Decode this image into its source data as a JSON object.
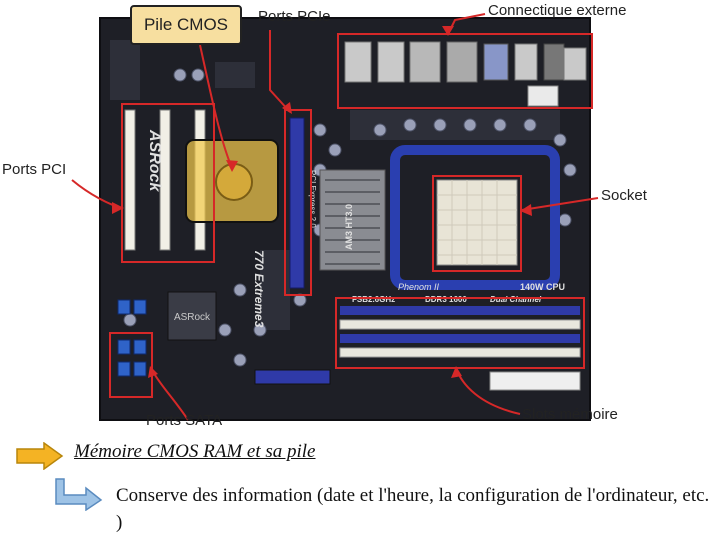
{
  "labels": {
    "pile_cmos": "Pile CMOS",
    "ports_pcie": "Ports PCIe",
    "connectique_externe": "Connectique externe",
    "ports_pci": "Ports PCI",
    "socket": "Socket",
    "ports_sata": "Ports SATA",
    "slots_memoire": "Slots mémoire"
  },
  "board_text": {
    "brand": "ASRock",
    "model": "770 Extreme3",
    "cpu_support": "AM3 HT3.0",
    "phenom": "Phenom II",
    "watt": "140W CPU",
    "fsb": "FSB2.6GHz",
    "ddr": "DDR3 1600",
    "dual": "Dual Channel",
    "pcie_text": "PCI Express 2.0"
  },
  "caption": {
    "heading": "Mémoire CMOS RAM et sa pile",
    "description": "Conserve des information (date et l'heure, la configuration de l'ordinateur, etc. )"
  },
  "colors": {
    "label_box": "#d62828",
    "board": "#1e1f26",
    "ram_blue": "#2f3aa8",
    "socket_blue": "#2a3fb0",
    "cmos_highlight": "#f2c94c",
    "arrow_orange": "#f4b324",
    "arrow_blue": "#9ec3e6"
  },
  "icons": {
    "bullet_arrow": "orange-right-arrow-icon",
    "sub_arrow": "blue-bent-arrow-icon"
  }
}
